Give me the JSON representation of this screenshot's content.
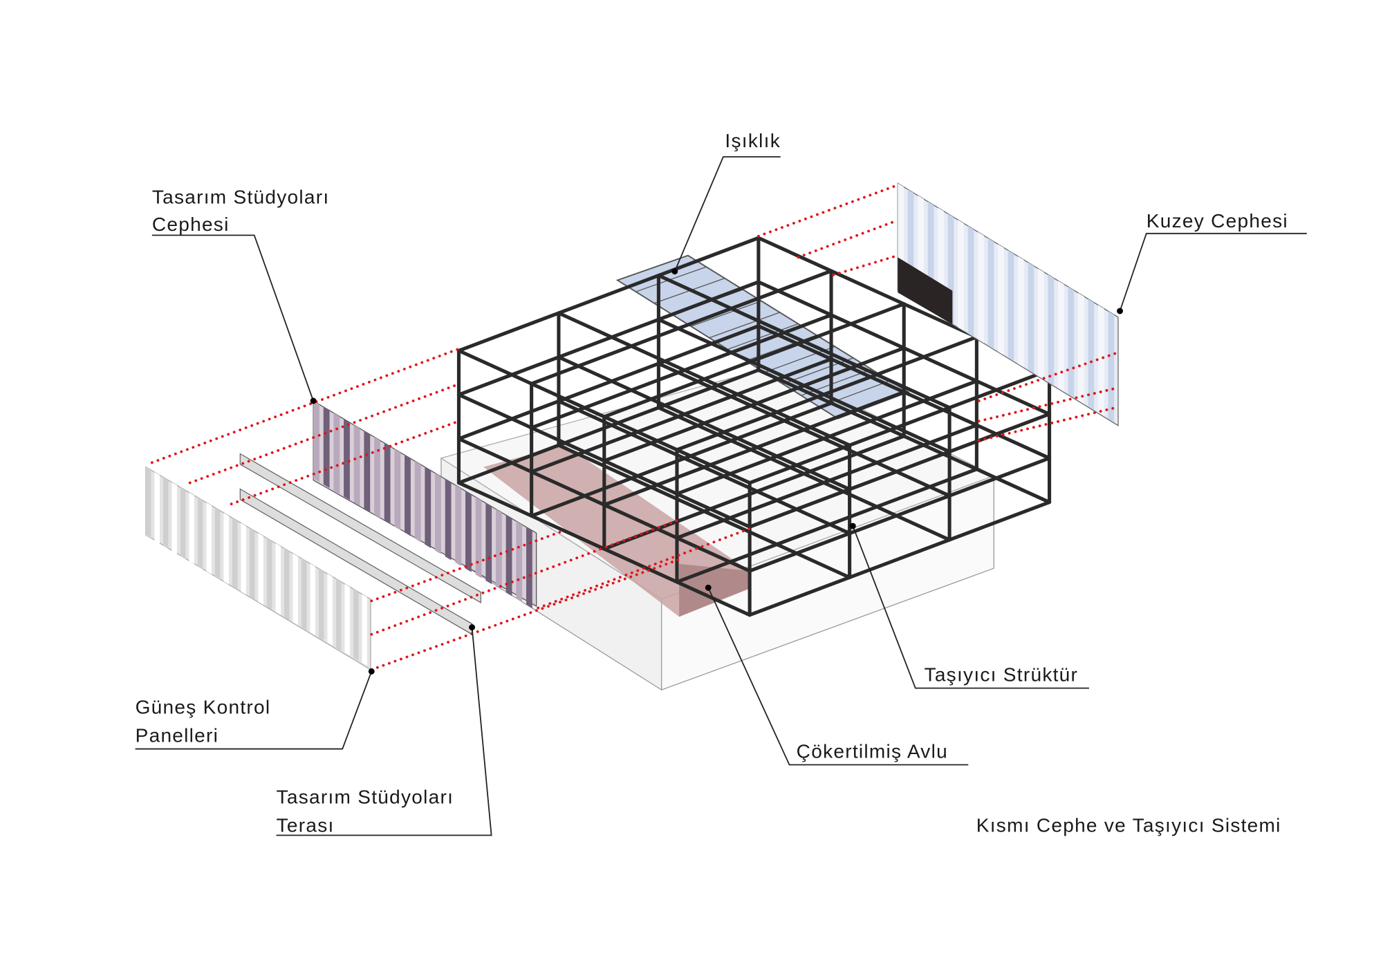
{
  "labels": {
    "skylight": "Işıklık",
    "studio_facade_1": "Tasarım Stüdyoları",
    "studio_facade_2": "Cephesi",
    "north_facade": "Kuzey Cephesi",
    "sun_panels_1": "Güneş Kontrol",
    "sun_panels_2": "Panelleri",
    "terrace_1": "Tasarım Stüdyoları",
    "terrace_2": "Terası",
    "structure": "Taşıyıcı Strüktür",
    "courtyard": "Çökertilmiş Avlu",
    "caption": "Kısmı Cephe ve Taşıyıcı Sistemi"
  },
  "colors": {
    "projection_lines": "#e0141b",
    "courtyard": "#c9a3a3",
    "glass": "#c8d4ea",
    "studio_panels": "#6f5f78",
    "dark_panel": "#2b2424"
  }
}
